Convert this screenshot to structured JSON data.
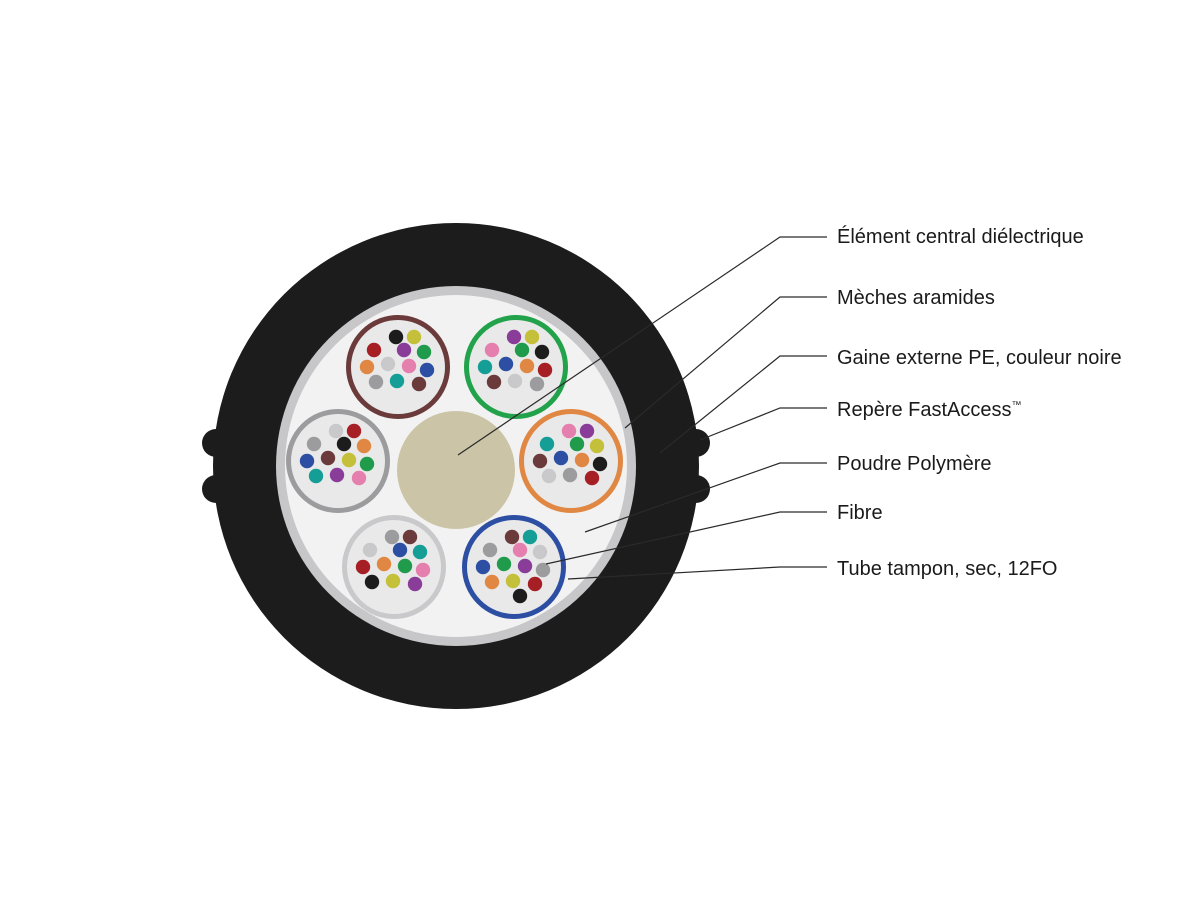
{
  "labels": {
    "central_element": "Élément central diélectrique",
    "aramid_yarns": "Mèches aramides",
    "outer_sheath": "Gaine externe PE, couleur noire",
    "fastaccess_marker": "Repère FastAccess",
    "fastaccess_tm": "™",
    "polymer_powder": "Poudre Polymère",
    "fiber": "Fibre",
    "buffer_tube": "Tube tampon, sec, 12FO"
  },
  "colors": {
    "sheath": "#1c1c1c",
    "aramid_ring": "#c7c7c9",
    "powder": "#f2f2f2",
    "central_element": "#ccc4a6",
    "tube_fill": "#e9e9ea"
  },
  "buffer_tubes": [
    {
      "ring": "#6b3b3b",
      "fibers": [
        "#1c1c1c",
        "#c5c03a",
        "#a51f24",
        "#8a3d98",
        "#1f9b4b",
        "#e08843",
        "#c9c9cb",
        "#e57fae",
        "#2c4ea3",
        "#9c9c9e",
        "#159e96",
        "#6b3b3b"
      ]
    },
    {
      "ring": "#22a24a",
      "fibers": [
        "#8a3d98",
        "#c5c03a",
        "#e57fae",
        "#1f9b4b",
        "#1c1c1c",
        "#159e96",
        "#2c4ea3",
        "#e08843",
        "#a51f24",
        "#6b3b3b",
        "#c9c9cb",
        "#9c9c9e"
      ]
    },
    {
      "ring": "#e08843",
      "fibers": [
        "#e57fae",
        "#8a3d98",
        "#159e96",
        "#1f9b4b",
        "#c5c03a",
        "#6b3b3b",
        "#2c4ea3",
        "#e08843",
        "#1c1c1c",
        "#c9c9cb",
        "#9c9c9e",
        "#a51f24"
      ]
    },
    {
      "ring": "#2c4ea3",
      "fibers": [
        "#6b3b3b",
        "#159e96",
        "#9c9c9e",
        "#e57fae",
        "#c9c9cb",
        "#2c4ea3",
        "#1f9b4b",
        "#8a3d98",
        "#9c9c9e",
        "#e08843",
        "#c5c03a",
        "#a51f24",
        "#1c1c1c"
      ]
    },
    {
      "ring": "#c9c9cb",
      "fibers": [
        "#9c9c9e",
        "#6b3b3b",
        "#c9c9cb",
        "#2c4ea3",
        "#159e96",
        "#a51f24",
        "#e08843",
        "#1f9b4b",
        "#e57fae",
        "#1c1c1c",
        "#c5c03a",
        "#8a3d98"
      ]
    },
    {
      "ring": "#9c9c9e",
      "fibers": [
        "#c9c9cb",
        "#a51f24",
        "#9c9c9e",
        "#1c1c1c",
        "#e08843",
        "#2c4ea3",
        "#6b3b3b",
        "#c5c03a",
        "#1f9b4b",
        "#159e96",
        "#8a3d98",
        "#e57fae"
      ]
    }
  ]
}
